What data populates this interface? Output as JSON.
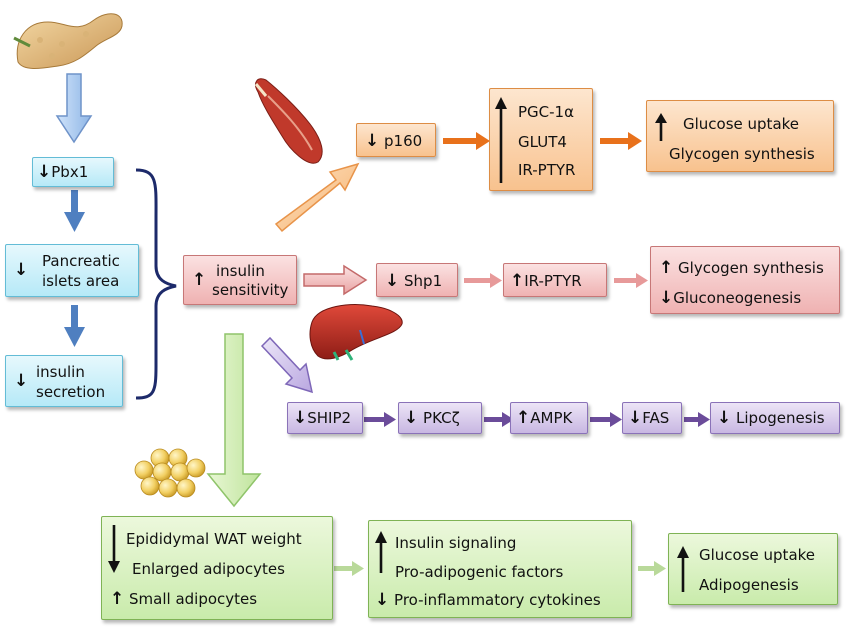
{
  "pancreas": {
    "pbx1": "Pbx1",
    "islets_1": "Pancreatic",
    "islets_2": "islets area",
    "secretion_1": "insulin",
    "secretion_2": "secretion"
  },
  "center": {
    "line1": "insulin",
    "line2": "sensitivity"
  },
  "muscle": {
    "p160": "p160",
    "mid_1": "PGC-1α",
    "mid_2": "GLUT4",
    "mid_3": "IR-PTYR",
    "out_1": "Glucose uptake",
    "out_2": "Glycogen synthesis"
  },
  "liver_row": {
    "shp1": "Shp1",
    "irptyr": "IR-PTYR",
    "out_1": "Glycogen synthesis",
    "out_2": "Gluconeogenesis"
  },
  "lipid_row": {
    "ship2": "SHIP2",
    "pkc": "PKCζ",
    "ampk": "AMPK",
    "fas": "FAS",
    "lipo": "Lipogenesis"
  },
  "adipose": {
    "a1": "Epididymal WAT weight",
    "a2": "Enlarged adipocytes",
    "a3": "Small adipocytes",
    "b1": "Insulin signaling",
    "b2": "Pro-adipogenic factors",
    "b3": "Pro-inflammatory cytokines",
    "c1": "Glucose uptake",
    "c2": "Adipogenesis"
  },
  "colors": {
    "cyan": "#b6e9f7",
    "pink": "#efb2b2",
    "orange": "#f8c28e",
    "purple": "#c8b7e2",
    "green": "#c9ebab",
    "dark_orange": "#e8711b",
    "dark_purple": "#6b4c9a"
  }
}
